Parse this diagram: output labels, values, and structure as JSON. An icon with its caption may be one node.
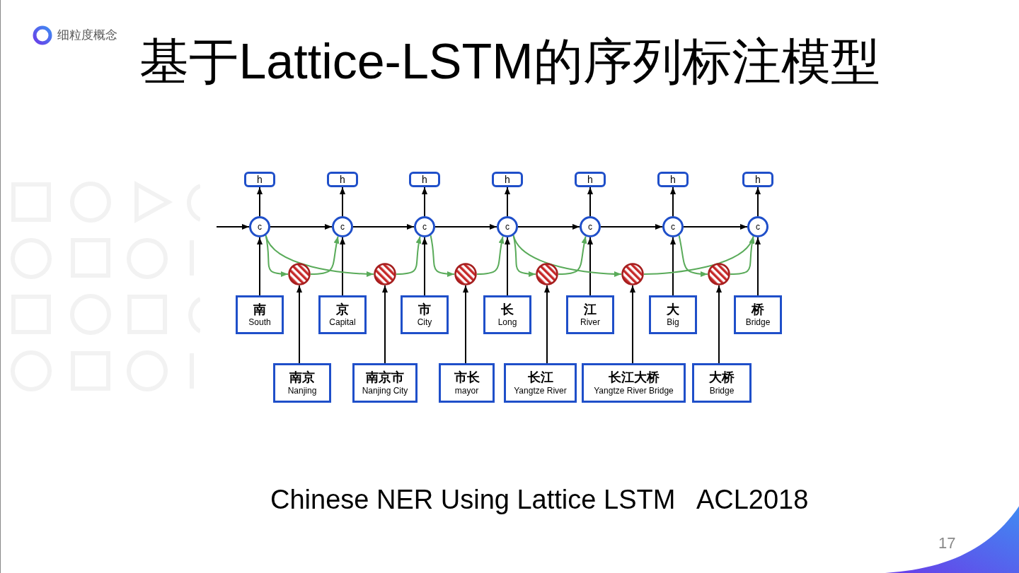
{
  "diagram": {
    "title": "基于Lattice-LSTM的序列标注模型",
    "caption": "Chinese NER Using Lattice LSTM   ACL2018",
    "nodes": [
      {
        "text": [
          "h"
        ]
      },
      {
        "text": [
          "h"
        ]
      },
      {
        "text": [
          "h"
        ]
      },
      {
        "text": [
          "h"
        ]
      },
      {
        "text": [
          "h"
        ]
      },
      {
        "text": [
          "h"
        ]
      },
      {
        "text": [
          "h"
        ]
      },
      {
        "text": [
          "c"
        ]
      },
      {
        "text": [
          "c"
        ]
      },
      {
        "text": [
          "c"
        ]
      },
      {
        "text": [
          "c"
        ]
      },
      {
        "text": [
          "c"
        ]
      },
      {
        "text": [
          "c"
        ]
      },
      {
        "text": [
          "c"
        ]
      },
      {
        "text": [],
        "shape": "circle"
      },
      {
        "text": [],
        "shape": "circle"
      },
      {
        "text": [],
        "shape": "circle"
      },
      {
        "text": [],
        "shape": "circle"
      },
      {
        "text": [],
        "shape": "circle"
      },
      {
        "text": [],
        "shape": "circle"
      },
      {
        "text": [
          "南",
          "South"
        ]
      },
      {
        "text": [
          "京",
          "Capital"
        ]
      },
      {
        "text": [
          "市",
          "City"
        ]
      },
      {
        "text": [
          "长",
          "Long"
        ]
      },
      {
        "text": [
          "江",
          "River"
        ]
      },
      {
        "text": [
          "大",
          "Big"
        ]
      },
      {
        "text": [
          "桥",
          "Bridge"
        ]
      },
      {
        "text": [
          "南京",
          "Nanjing"
        ]
      },
      {
        "text": [
          "南京市",
          "Nanjing City"
        ]
      },
      {
        "text": [
          "市长",
          "mayor"
        ]
      },
      {
        "text": [
          "长江",
          "Yangtze River"
        ]
      },
      {
        "text": [
          "长江大桥",
          "Yangtze River Bridge"
        ]
      },
      {
        "text": [
          "大桥",
          "Bridge"
        ]
      }
    ],
    "edges": [
      {
        "from": null,
        "to": 7,
        "arrow": "to"
      },
      {
        "from": 7,
        "to": 8,
        "arrow": "to"
      },
      {
        "from": 8,
        "to": 9,
        "arrow": "to"
      },
      {
        "from": 9,
        "to": 10,
        "arrow": "to"
      },
      {
        "from": 10,
        "to": 11,
        "arrow": "to"
      },
      {
        "from": 11,
        "to": 12,
        "arrow": "to"
      },
      {
        "from": 12,
        "to": 13,
        "arrow": "to"
      },
      {
        "from": 7,
        "to": 0,
        "arrow": "to"
      },
      {
        "from": 8,
        "to": 1,
        "arrow": "to"
      },
      {
        "from": 9,
        "to": 2,
        "arrow": "to"
      },
      {
        "from": 10,
        "to": 3,
        "arrow": "to"
      },
      {
        "from": 11,
        "to": 4,
        "arrow": "to"
      },
      {
        "from": 12,
        "to": 5,
        "arrow": "to"
      },
      {
        "from": 13,
        "to": 6,
        "arrow": "to"
      },
      {
        "from": 20,
        "to": 7,
        "arrow": "to"
      },
      {
        "from": 21,
        "to": 8,
        "arrow": "to"
      },
      {
        "from": 22,
        "to": 9,
        "arrow": "to"
      },
      {
        "from": 23,
        "to": 10,
        "arrow": "to"
      },
      {
        "from": 24,
        "to": 11,
        "arrow": "to"
      },
      {
        "from": 25,
        "to": 12,
        "arrow": "to"
      },
      {
        "from": 26,
        "to": 13,
        "arrow": "to"
      },
      {
        "from": 27,
        "to": 14,
        "arrow": "to"
      },
      {
        "from": 28,
        "to": 15,
        "arrow": "to"
      },
      {
        "from": 29,
        "to": 16,
        "arrow": "to"
      },
      {
        "from": 30,
        "to": 17,
        "arrow": "to"
      },
      {
        "from": 31,
        "to": 18,
        "arrow": "to"
      },
      {
        "from": 32,
        "to": 19,
        "arrow": "to"
      },
      {
        "from": 7,
        "to": 14,
        "arrow": "to",
        "color": "#5aab5a"
      },
      {
        "from": 14,
        "to": 8,
        "arrow": "to",
        "color": "#5aab5a"
      },
      {
        "from": 7,
        "to": 15,
        "arrow": "to",
        "color": "#5aab5a"
      },
      {
        "from": 15,
        "to": 9,
        "arrow": "to",
        "color": "#5aab5a"
      },
      {
        "from": 9,
        "to": 16,
        "arrow": "to",
        "color": "#5aab5a"
      },
      {
        "from": 16,
        "to": 10,
        "arrow": "to",
        "color": "#5aab5a"
      },
      {
        "from": 10,
        "to": 17,
        "arrow": "to",
        "color": "#5aab5a"
      },
      {
        "from": 17,
        "to": 11,
        "arrow": "to",
        "color": "#5aab5a"
      },
      {
        "from": 10,
        "to": 18,
        "arrow": "to",
        "color": "#5aab5a"
      },
      {
        "from": 18,
        "to": 13,
        "arrow": "to",
        "color": "#5aab5a"
      },
      {
        "from": 12,
        "to": 19,
        "arrow": "to",
        "color": "#5aab5a"
      },
      {
        "from": 19,
        "to": 13,
        "arrow": "to",
        "color": "#5aab5a"
      }
    ],
    "labels": [
      "细粒度概念",
      "17"
    ]
  }
}
